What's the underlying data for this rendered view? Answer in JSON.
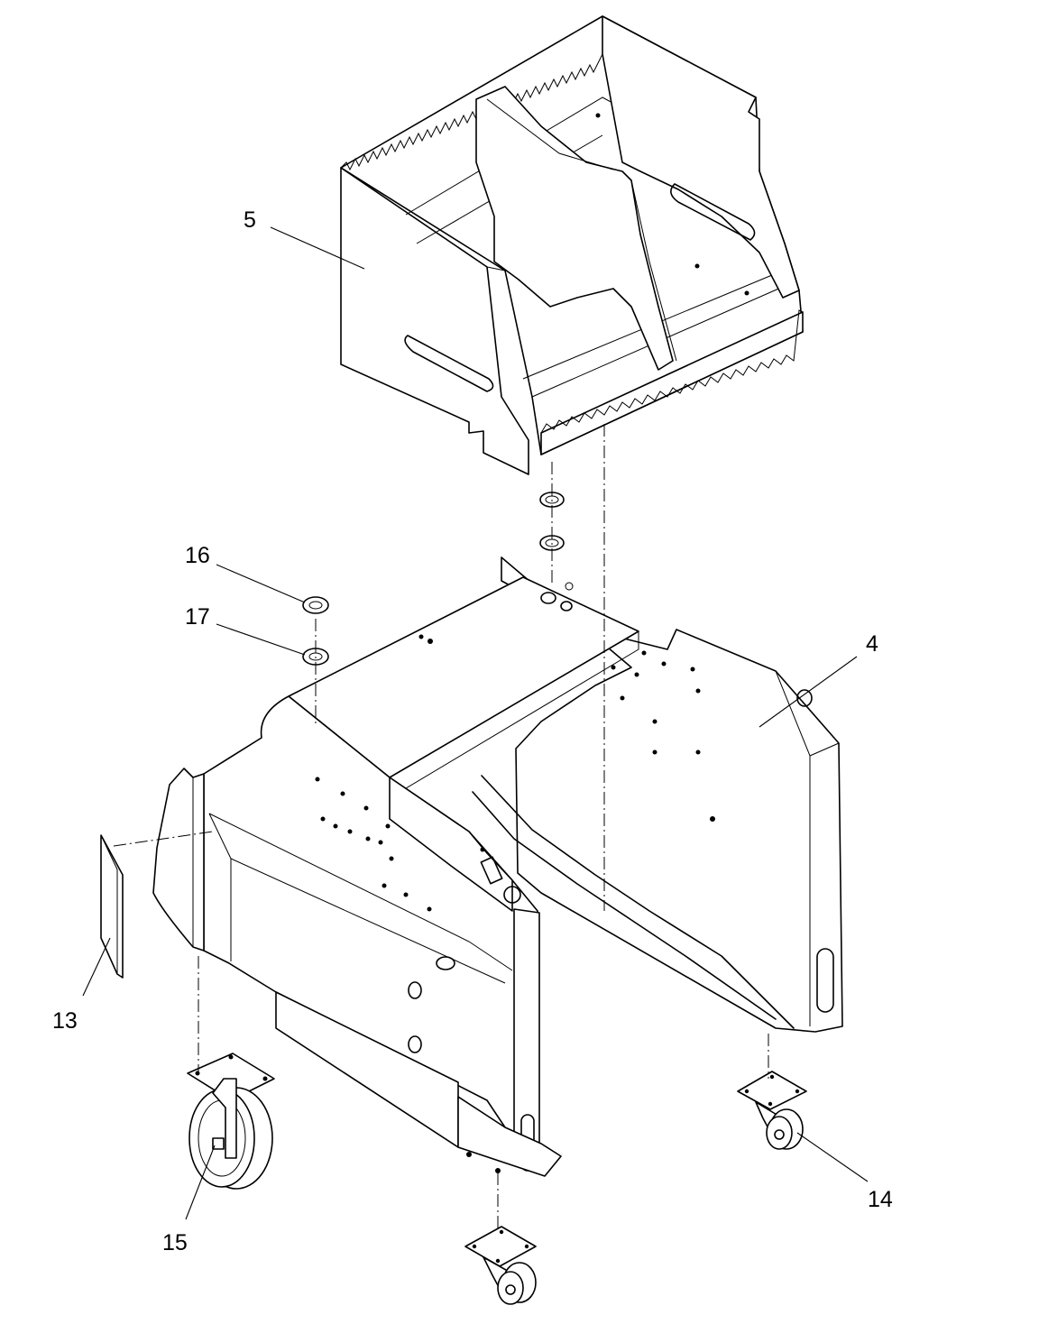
{
  "callouts": {
    "part_5": "5",
    "part_16": "16",
    "part_17": "17",
    "part_4": "4",
    "part_13": "13",
    "part_15": "15",
    "part_14": "14"
  }
}
